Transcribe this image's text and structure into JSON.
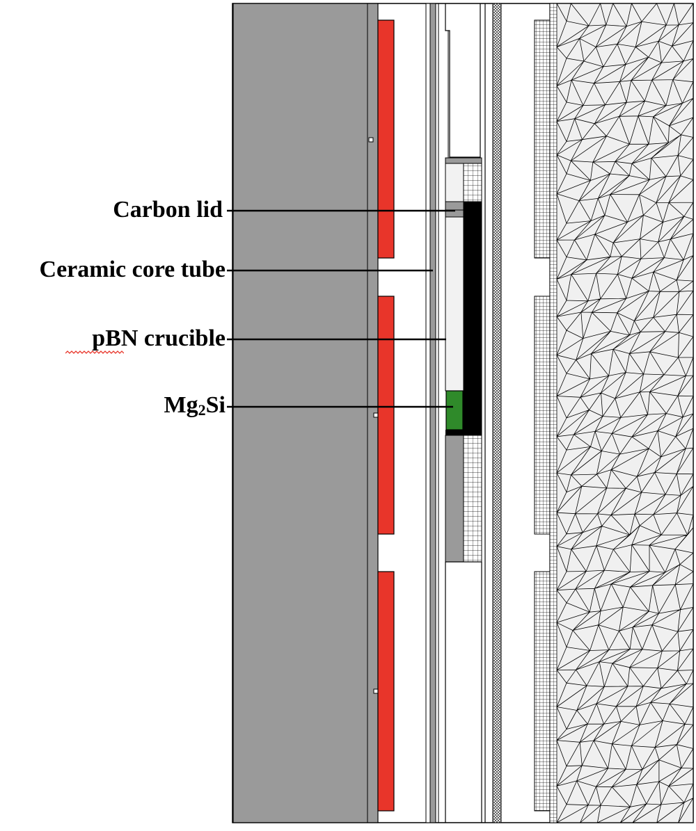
{
  "labels": {
    "carbon_lid": "Carbon lid",
    "ceramic_core_tube": "Ceramic core tube",
    "pbn_crucible": "pBN crucible",
    "mg2si_main": "Mg",
    "mg2si_sub": "2",
    "mg2si_tail": "Si"
  },
  "colors": {
    "insulation_gray": "#9a9a9a",
    "heater_red": "#e8352a",
    "sample_green": "#2f8a2a",
    "carbon_black": "#000000",
    "mesh_fill": "#f0f0f0",
    "light_fill": "#f2f2f2",
    "line_black": "#000000",
    "spellcheck_red": "#e8352a"
  }
}
